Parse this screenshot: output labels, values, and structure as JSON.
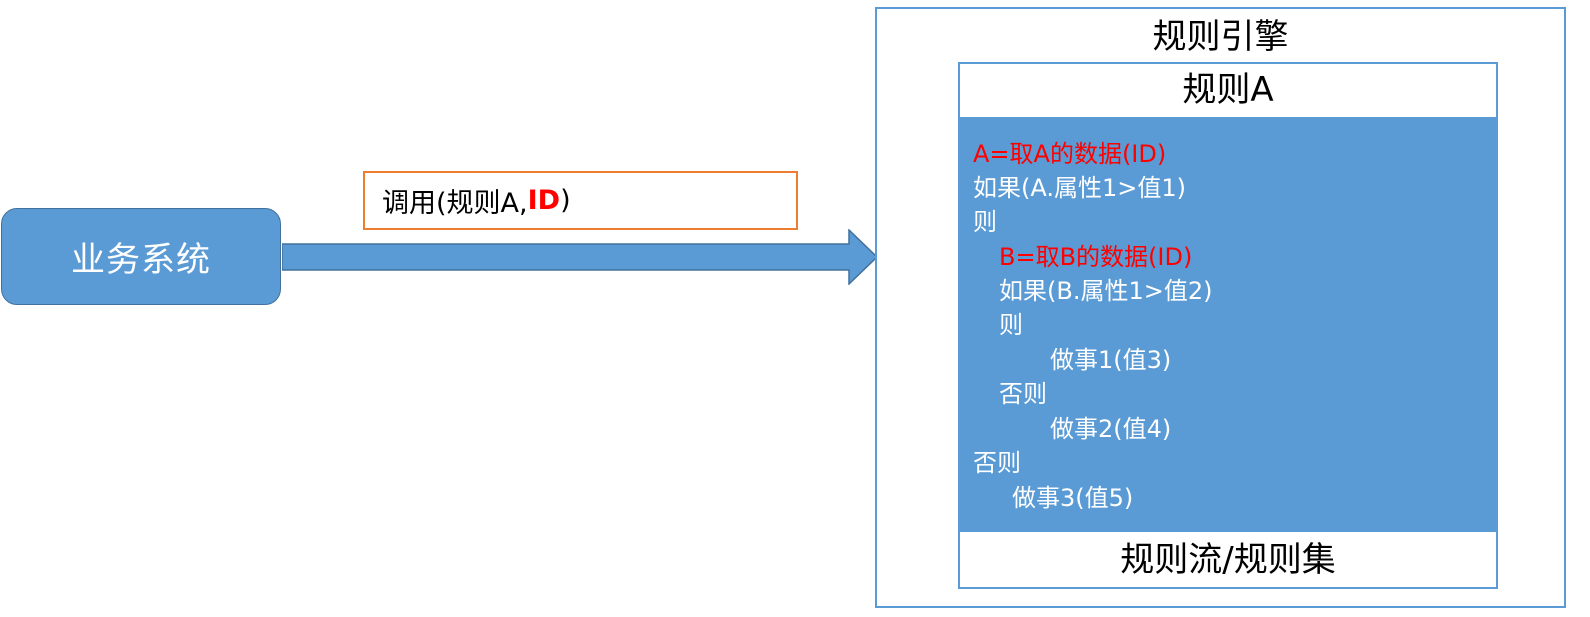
{
  "business_system": {
    "label": "业务系统"
  },
  "call": {
    "prefix": "调用(规则A,",
    "id": "ID",
    "suffix": ")"
  },
  "rule_engine": {
    "title": "规则引擎"
  },
  "rule_a": {
    "title": "规则A",
    "lines": [
      {
        "text": "A=取A的数据(ID)",
        "color": "red"
      },
      {
        "text": "如果(A.属性1>值1)",
        "color": "white"
      },
      {
        "text": "则",
        "color": "white"
      },
      {
        "text": "B=取B的数据(ID)",
        "color": "red"
      },
      {
        "text": "如果(B.属性1>值2)",
        "color": "white"
      },
      {
        "text": "则",
        "color": "white"
      },
      {
        "text": "做事1(值3)",
        "color": "white"
      },
      {
        "text": "否则",
        "color": "white"
      },
      {
        "text": "做事2(值4)",
        "color": "white"
      },
      {
        "text": "否则",
        "color": "white"
      },
      {
        "text": "做事3(值5)",
        "color": "white"
      }
    ]
  },
  "rule_flow": {
    "label": "规则流/规则集"
  },
  "colors": {
    "box_fill": "#5b9bd5",
    "box_border": "#41719c",
    "call_border": "#ed7d31",
    "highlight": "#ff0000"
  }
}
